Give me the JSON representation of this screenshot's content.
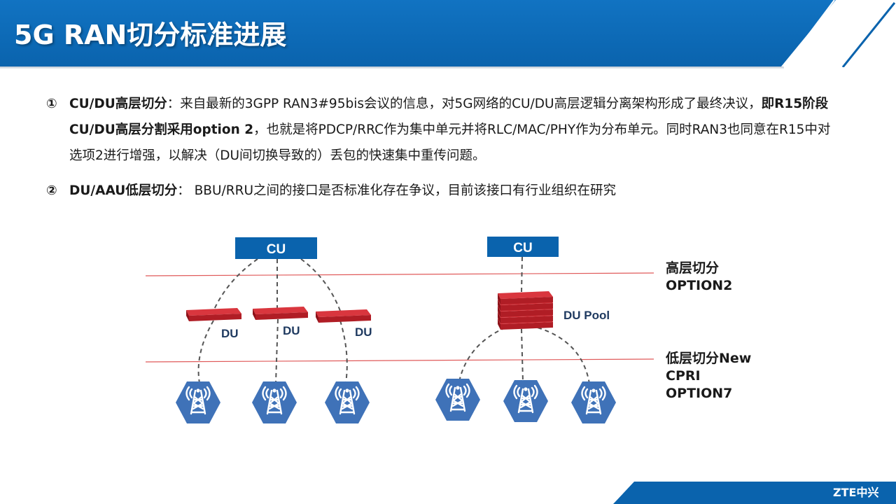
{
  "title": "5G RAN切分标准进展",
  "points": [
    {
      "number": "①",
      "bold_lead": "CU/DU高层切分",
      "text_a": "：来自最新的3GPP  RAN3#95bis会议的信息，对5G网络的CU/DU高层逻辑分离架构形成了最终决议，",
      "bold_mid": "即R15阶段CU/DU高层分割采用option  2",
      "text_b": "，也就是将PDCP/RRC作为集中单元并将RLC/MAC/PHY作为分布单元。同时RAN3也同意在R15中对选项2进行增强，以解决（DU间切换导致的）丢包的快速集中重传问题。"
    },
    {
      "number": "②",
      "bold_lead": "DU/AAU低层切分",
      "text_a": "： BBU/RRU之间的接口是否标准化存在争议，目前该接口有行业组织在研究"
    }
  ],
  "diagram": {
    "left": {
      "cu_label": "CU",
      "du_label": "DU"
    },
    "right": {
      "cu_label": "CU",
      "pool_label": "DU Pool"
    },
    "split_high": {
      "line1": "高层切分",
      "line2": "OPTION2"
    },
    "split_low": {
      "line1": "低层切分New",
      "line2": "CPRI",
      "line3": "OPTION7"
    }
  },
  "colors": {
    "header_blue": "#0a63ad",
    "box_blue": "#0a63ad",
    "du_red": "#c8202a",
    "antenna_blue": "#3f72b8",
    "split_line_red": "#e05a5a",
    "dashed_line": "#555555"
  },
  "footer": {
    "logo_text": "ZTE中兴"
  }
}
